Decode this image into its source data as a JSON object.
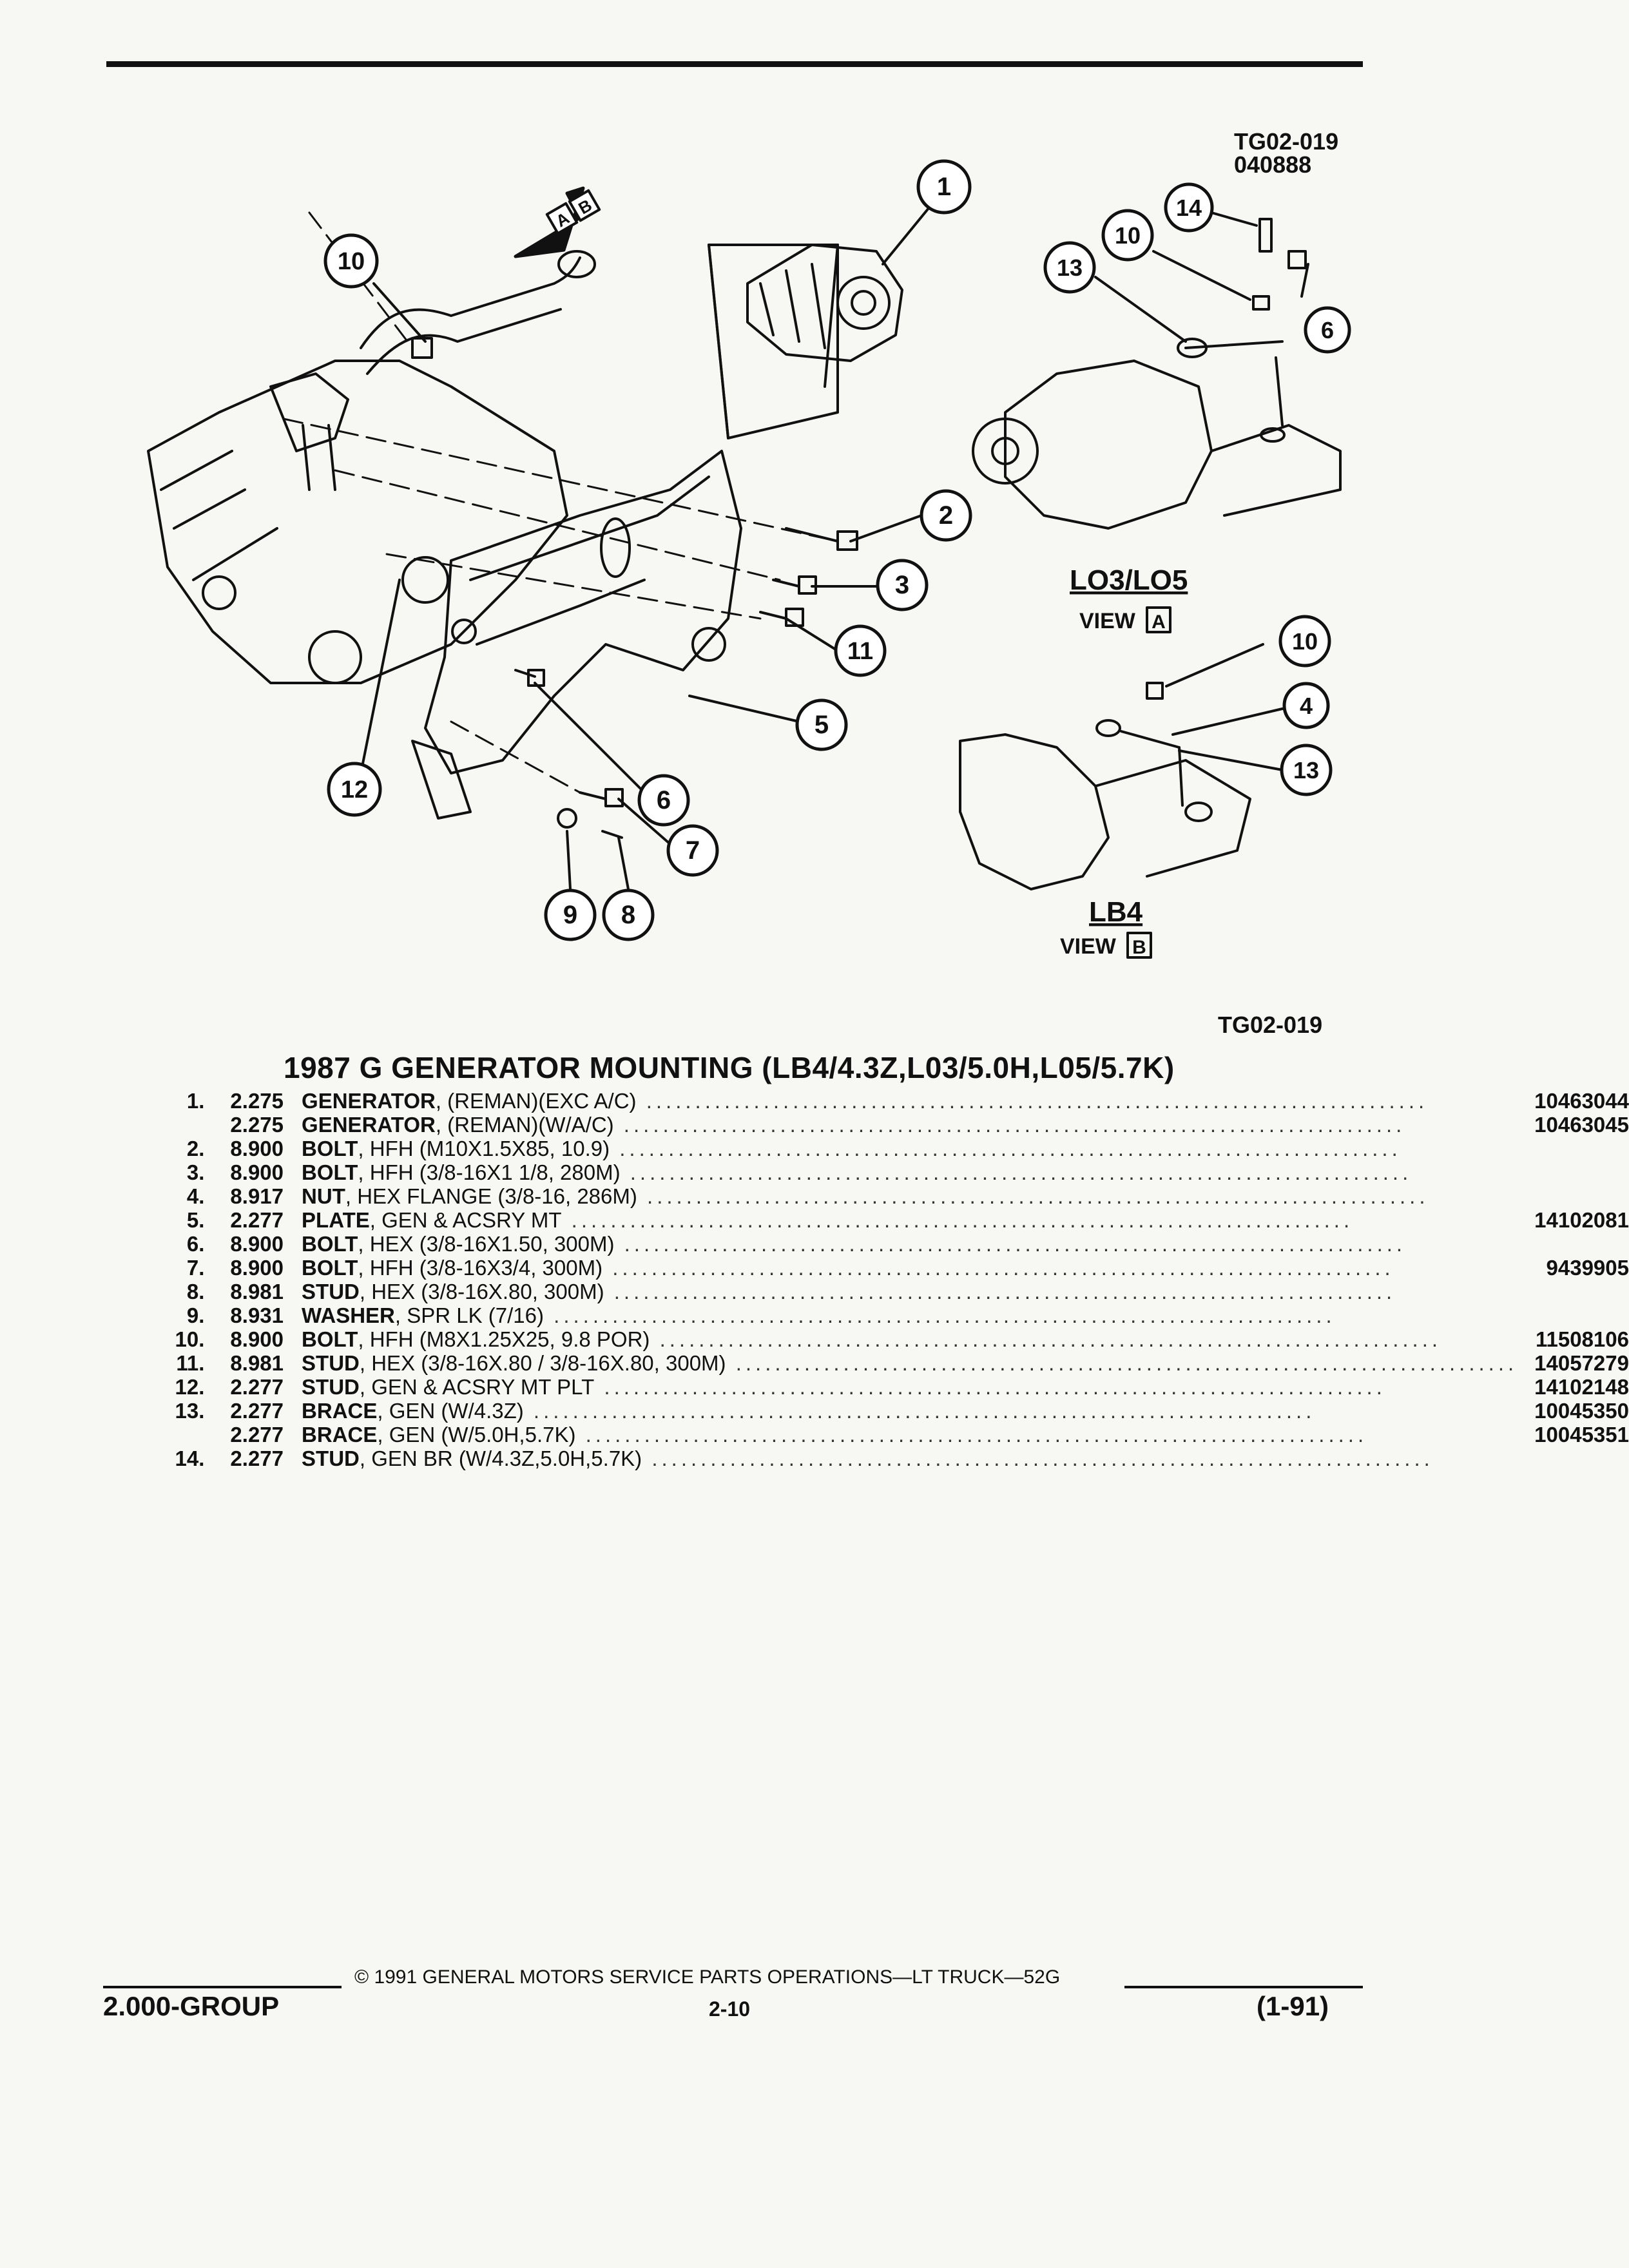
{
  "figure": {
    "id_top": "TG02-019",
    "id_date": "040888",
    "id_bottom": "TG02-019",
    "direction_arrow_labels": [
      "A",
      "B"
    ],
    "view_a": {
      "engine": "LO3/LO5",
      "view_label": "VIEW",
      "view_letter": "A"
    },
    "view_b": {
      "engine": "LB4",
      "view_label": "VIEW",
      "view_letter": "B"
    },
    "main_callouts": [
      "1",
      "2",
      "3",
      "5",
      "6",
      "7",
      "8",
      "9",
      "10",
      "11",
      "12"
    ],
    "view_a_callouts": [
      "14",
      "10",
      "13",
      "6"
    ],
    "view_b_callouts": [
      "10",
      "4",
      "13"
    ]
  },
  "title": "1987 G GENERATOR MOUNTING (LB4/4.3Z,L03/5.0H,L05/5.7K)",
  "parts": [
    {
      "num": "1.",
      "group": "2.275",
      "name": "GENERATOR",
      "desc": ", (REMAN)(EXC A/C)",
      "part_number": "10463044"
    },
    {
      "num": "",
      "group": "2.275",
      "name": "GENERATOR",
      "desc": ", (REMAN)(W/A/C)",
      "part_number": "10463045"
    },
    {
      "num": "2.",
      "group": "8.900",
      "name": "BOLT",
      "desc": ", HFH (M10X1.5X85, 10.9)",
      "part_number": ""
    },
    {
      "num": "3.",
      "group": "8.900",
      "name": "BOLT",
      "desc": ", HFH (3/8-16X1 1/8, 280M)",
      "part_number": ""
    },
    {
      "num": "4.",
      "group": "8.917",
      "name": "NUT",
      "desc": ", HEX FLANGE (3/8-16, 286M)",
      "part_number": ""
    },
    {
      "num": "5.",
      "group": "2.277",
      "name": "PLATE",
      "desc": ", GEN & ACSRY MT",
      "part_number": "14102081"
    },
    {
      "num": "6.",
      "group": "8.900",
      "name": "BOLT",
      "desc": ", HEX (3/8-16X1.50, 300M)",
      "part_number": ""
    },
    {
      "num": "7.",
      "group": "8.900",
      "name": "BOLT",
      "desc": ", HFH (3/8-16X3/4, 300M)",
      "part_number": "9439905"
    },
    {
      "num": "8.",
      "group": "8.981",
      "name": "STUD",
      "desc": ", HEX (3/8-16X.80, 300M)",
      "part_number": ""
    },
    {
      "num": "9.",
      "group": "8.931",
      "name": "WASHER",
      "desc": ", SPR LK (7/16)",
      "part_number": ""
    },
    {
      "num": "10.",
      "group": "8.900",
      "name": "BOLT",
      "desc": ", HFH (M8X1.25X25, 9.8 POR)",
      "part_number": "11508106"
    },
    {
      "num": "11.",
      "group": "8.981",
      "name": "STUD",
      "desc": ", HEX (3/8-16X.80 / 3/8-16X.80, 300M)",
      "part_number": "14057279"
    },
    {
      "num": "12.",
      "group": "2.277",
      "name": "STUD",
      "desc": ", GEN & ACSRY MT PLT",
      "part_number": "14102148"
    },
    {
      "num": "13.",
      "group": "2.277",
      "name": "BRACE",
      "desc": ", GEN (W/4.3Z)",
      "part_number": "10045350"
    },
    {
      "num": "",
      "group": "2.277",
      "name": "BRACE",
      "desc": ", GEN (W/5.0H,5.7K)",
      "part_number": "10045351"
    },
    {
      "num": "14.",
      "group": "2.277",
      "name": "STUD",
      "desc": ", GEN BR (W/4.3Z,5.0H,5.7K)",
      "part_number": ""
    }
  ],
  "footer": {
    "copyright": "© 1991 GENERAL MOTORS SERVICE PARTS OPERATIONS—LT TRUCK—52G",
    "group": "2.000-GROUP",
    "page": "2-10",
    "date": "(1-91)"
  }
}
